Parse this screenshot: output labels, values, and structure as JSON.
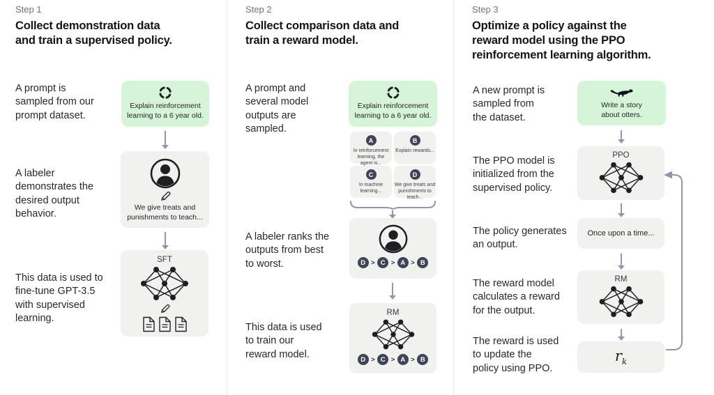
{
  "colors": {
    "prompt_green": "#d6f4d7",
    "box_gray": "#f1f1ef",
    "arrow_gray_purple": "#9096ab",
    "rank_navy": "#3f4457",
    "text_dark": "#1e1f22"
  },
  "icons": {
    "sample-cycle-icon": "dashed circular arrows",
    "labeler-person-icon": "person in circle",
    "pencil-icon": "pencil",
    "documents-icon": "three pages",
    "network-icon": "neural network graph",
    "otter-icon": "otter silhouette"
  },
  "symbols": {
    "gt": ">"
  },
  "step1": {
    "label": "Step 1",
    "title": "Collect demonstration data\nand train a supervised policy.",
    "caption_prompt": "A prompt is\nsampled from our\nprompt dataset.",
    "caption_labeler": "A labeler\ndemonstrates the\ndesired output\nbehavior.",
    "caption_finetune": "This data is used to\nfine-tune GPT-3.5\nwith supervised\nlearning.",
    "prompt_text": "Explain reinforcement\nlearning to a 6 year old.",
    "labeler_text": "We give treats and\npunishments to teach...",
    "sft_label": "SFT"
  },
  "step2": {
    "label": "Step 2",
    "title": "Collect comparison data and\ntrain a reward model.",
    "caption_sampled": "A prompt and\nseveral model\noutputs are\nsampled.",
    "caption_ranks": "A labeler ranks the\noutputs from best\nto worst.",
    "caption_train": "This data is used\nto train our\nreward model.",
    "prompt_text": "Explain reinforcement\nlearning to a 6 year old.",
    "outputs": [
      {
        "letter": "A",
        "text": "In reinforcement\nlearning, the\nagent is..."
      },
      {
        "letter": "B",
        "text": "Explain rewards..."
      },
      {
        "letter": "C",
        "text": "In machine\nlearning..."
      },
      {
        "letter": "D",
        "text": "We give treats and\npunishments to\nteach..."
      }
    ],
    "ranking": [
      "D",
      "C",
      "A",
      "B"
    ],
    "rm_label": "RM"
  },
  "step3": {
    "label": "Step 3",
    "title": "Optimize a policy against the\nreward model using the PPO\nreinforcement learning algorithm.",
    "caption_new_prompt": "A new prompt is\nsampled from\nthe dataset.",
    "caption_init": "The PPO model is\ninitialized from the\nsupervised policy.",
    "caption_output": "The policy generates\nan output.",
    "caption_reward": "The reward model\ncalculates a reward\nfor the output.",
    "caption_update": "The reward is used\nto update the\npolicy using PPO.",
    "prompt_text": "Write a story\nabout otters.",
    "ppo_label": "PPO",
    "output_text": "Once upon a time...",
    "rm_label": "RM",
    "reward_var": "r",
    "reward_sub": "k"
  }
}
